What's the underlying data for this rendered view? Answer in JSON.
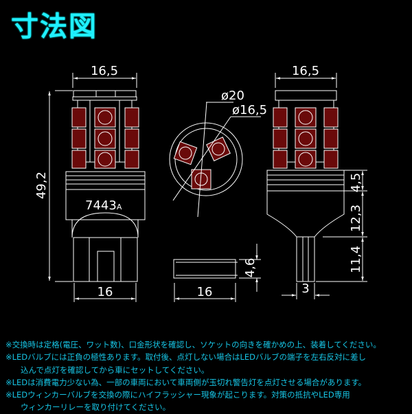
{
  "title": "寸法図",
  "side_view": {
    "width_top": "16,5",
    "height_total": "49,2",
    "model": "7443",
    "model_suffix": "A",
    "width_base": "16"
  },
  "top_view": {
    "outer_diameter": "ø20",
    "inner_diameter": "ø16,5"
  },
  "base_view": {
    "width": "16",
    "thickness": "4,6"
  },
  "front_view": {
    "width_top": "16,5",
    "height_collar": "4,5",
    "height_body": "12,3",
    "height_base": "11,4",
    "width_terminal": "3"
  },
  "notes": [
    "※交換時は定格(電圧、ワット数)、口金形状を確認し、ソケットの向きを確かめの上、装着してください。",
    "※LEDバルブには正負の極性あります。取付後、点灯しない場合はLEDバルブの端子を左右反対に差し",
    "込んで点灯を確認してから車にセットしてください。",
    "※LEDは消費電力少ない為、一部の車両において車両側が玉切れ警告灯を点灯させる場合があります。",
    "※LEDウィンカーバルブを交換の際にハイフラッシャー現象が起こります。対策の抵抗やLED専用",
    "ウィンカーリレーを取り付けてください。"
  ],
  "colors": {
    "title": "#20f0ff",
    "notes": "#17c6e6",
    "led": "#6a0a0a"
  }
}
